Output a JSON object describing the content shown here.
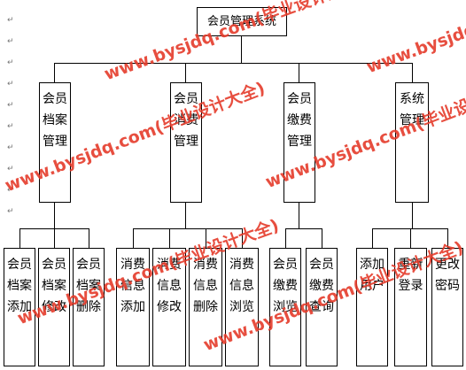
{
  "root": {
    "label": "会员管理系统"
  },
  "modules": [
    {
      "id": "m1",
      "label": "会员档案管理"
    },
    {
      "id": "m2",
      "label": "会员消费管理"
    },
    {
      "id": "m3",
      "label": "会员缴费管理"
    },
    {
      "id": "m4",
      "label": "系统管理"
    }
  ],
  "leaves": [
    {
      "label": "会员档案添加"
    },
    {
      "label": "会员档案修改"
    },
    {
      "label": "会员档案删除"
    },
    {
      "label": "消费信息添加"
    },
    {
      "label": "消费信息修改"
    },
    {
      "label": "消费信息删除"
    },
    {
      "label": "消费信息浏览"
    },
    {
      "label": "会员缴费浏览"
    },
    {
      "label": "会员缴费查询"
    },
    {
      "label": "添加用户"
    },
    {
      "label": "重新登录"
    },
    {
      "label": "更改密码"
    }
  ],
  "return_mark": "↵",
  "watermark": "www.bysjdq.com(毕业设计大全)"
}
